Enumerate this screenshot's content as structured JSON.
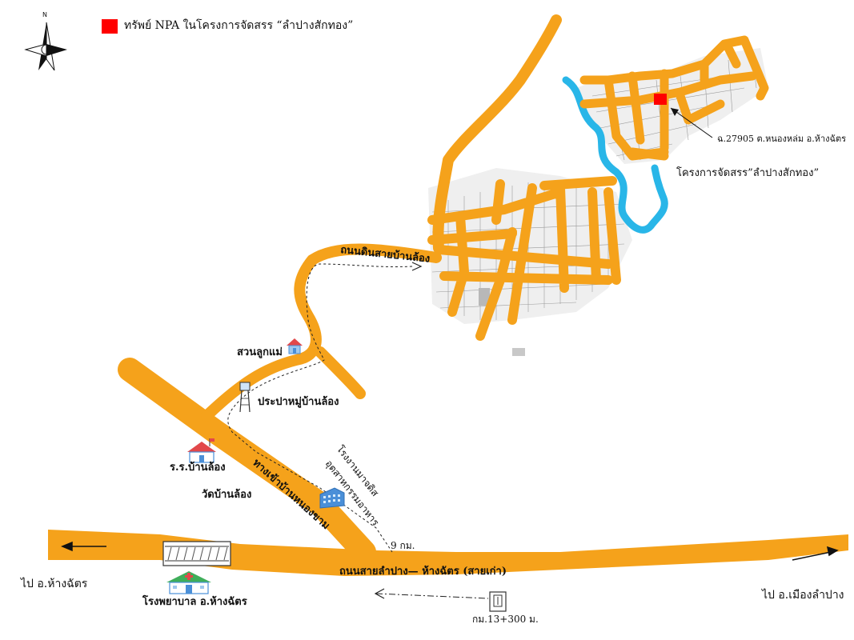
{
  "north": {
    "letter": "N",
    "icon": "north-arrow-icon"
  },
  "legend": {
    "color": "#ff0000",
    "text": "ทรัพย์ NPA  ในโครงการจัดสรร “ลำปางสักทอง”"
  },
  "labels": {
    "title_deed": "ฉ.27905 ต.หนองหล่ม อ.ห้างฉัตร",
    "project": "โครงการจัดสรร”ลำปางสักทอง”",
    "dirt_road": "ถนนดินสายบ้านล้อง",
    "nursery": "สวนลูกแม่",
    "waterworks": "ประปาหมู่บ้านล้อง",
    "school": "ร.ร.บ้านล้อง",
    "temple": "วัดบ้านล้อง",
    "entrance_road": "ทางเข้าบ้านหนองขาม",
    "factory_line1": "โรงงานมาจดิส",
    "factory_line2": "อุตสาหกรรมอาหาร",
    "distance": "9 กม.",
    "main_road": "ถนนสายลำปาง— ห้างฉัตร (สายเก่า)",
    "hospital": "โรงพยาบาล อ.ห้างฉัตร",
    "km_marker": "กม.13+300 ม.",
    "to_hang_chat": "ไป อ.ห้างฉัตร",
    "to_mueang_lampang": "ไป อ.เมืองลำปาง"
  },
  "colors": {
    "road": "#f5a21b",
    "stream": "#29b6e8",
    "plot_lines": "#8a8a8a",
    "marker": "#ff0000",
    "building": "#4a8fd8",
    "roof_red": "#e2484a",
    "roof_green": "#3fae5a"
  },
  "icons": [
    "north-arrow-icon",
    "school-icon",
    "water-tower-icon",
    "house-icon",
    "factory-icon",
    "hospital-icon",
    "bridge-icon",
    "km-marker-icon"
  ]
}
